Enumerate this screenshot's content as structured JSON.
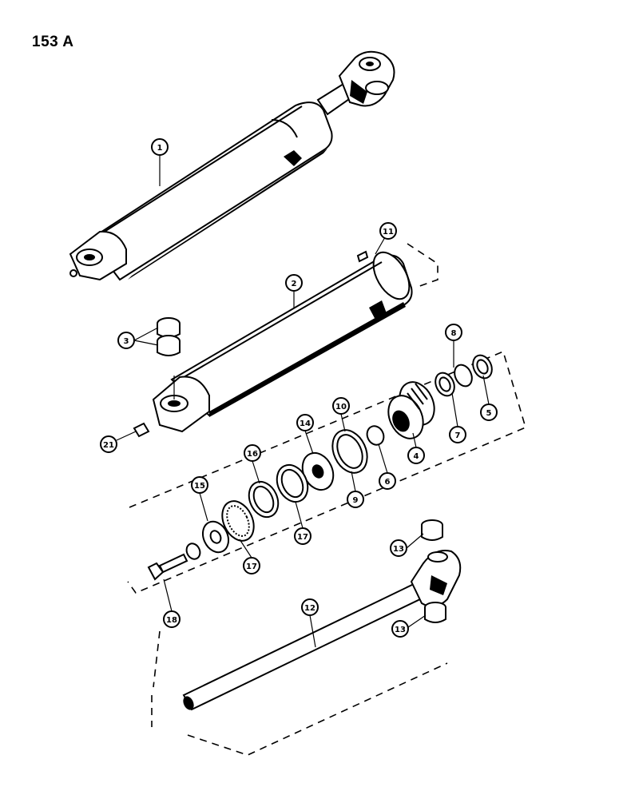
{
  "page": {
    "title": "153 A"
  },
  "callouts": [
    {
      "label": "1"
    },
    {
      "label": "2"
    },
    {
      "label": "3"
    },
    {
      "label": "4"
    },
    {
      "label": "5"
    },
    {
      "label": "6"
    },
    {
      "label": "7"
    },
    {
      "label": "8"
    },
    {
      "label": "9"
    },
    {
      "label": "10"
    },
    {
      "label": "11"
    },
    {
      "label": "12"
    },
    {
      "label": "13"
    },
    {
      "label": "13"
    },
    {
      "label": "14"
    },
    {
      "label": "15"
    },
    {
      "label": "16"
    },
    {
      "label": "17"
    },
    {
      "label": "17"
    },
    {
      "label": "18"
    },
    {
      "label": "21"
    }
  ],
  "colors": {
    "ink": "#000000",
    "paper": "#ffffff"
  }
}
